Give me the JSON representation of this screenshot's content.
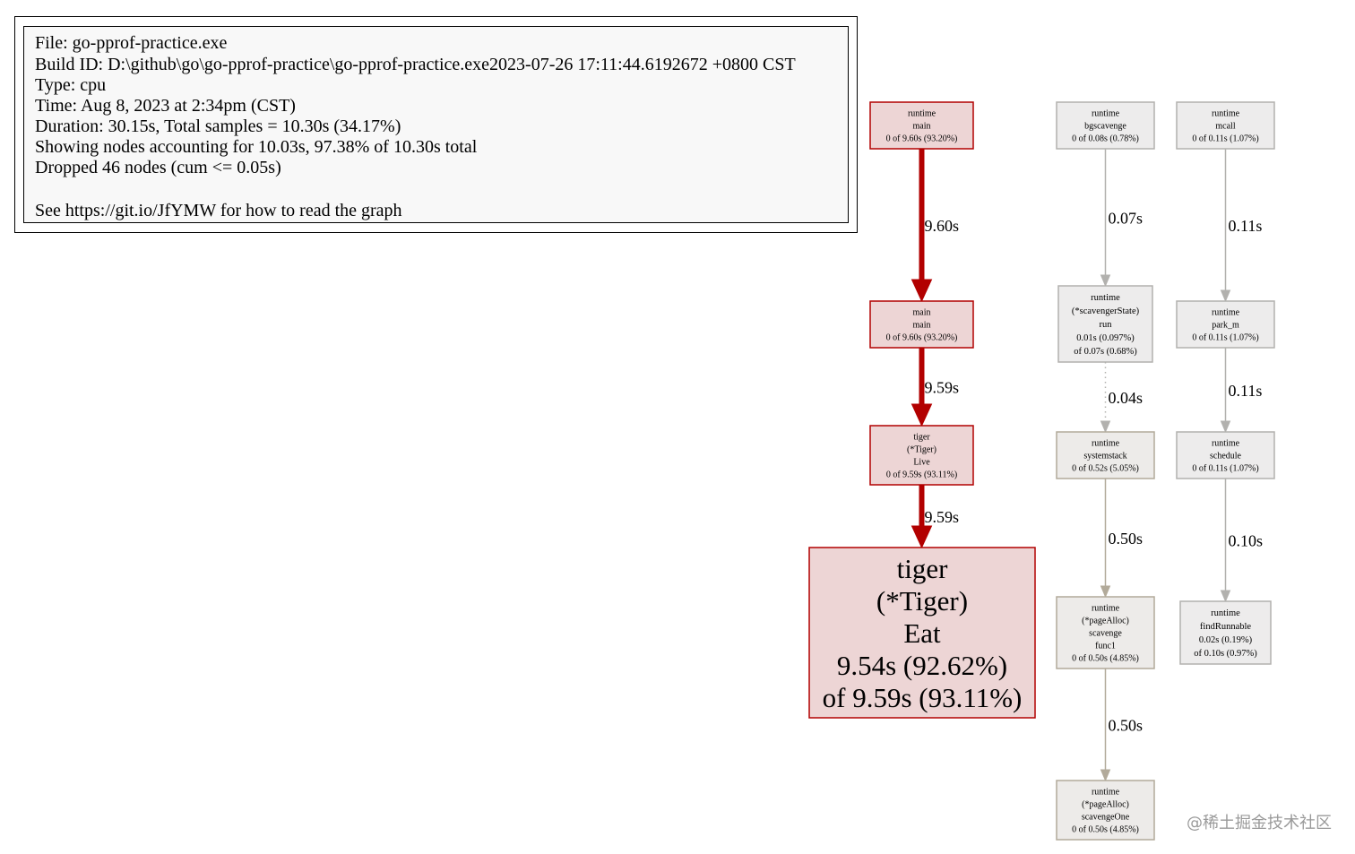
{
  "legend": {
    "file": "File: go-pprof-practice.exe",
    "build_id": "Build ID: D:\\github\\go\\go-pprof-practice\\go-pprof-practice.exe2023-07-26 17:11:44.6192672 +0800 CST",
    "type": "Type: cpu",
    "time": "Time: Aug 8, 2023 at 2:34pm (CST)",
    "duration": "Duration: 30.15s, Total samples = 10.30s (34.17%)",
    "showing": "Showing nodes accounting for 10.03s, 97.38% of 10.30s total",
    "dropped": "Dropped 46 nodes (cum <= 0.05s)",
    "see": "See https://git.io/JfYMW for how to read the graph"
  },
  "nodes": [
    {
      "id": "runtime_main",
      "lines": [
        "runtime",
        "main",
        "0 of 9.60s (93.20%)"
      ],
      "fill": "#edd5d5",
      "stroke": "#b20000"
    },
    {
      "id": "main_main",
      "lines": [
        "main",
        "main",
        "0 of 9.60s (93.20%)"
      ],
      "fill": "#edd5d5",
      "stroke": "#b20000"
    },
    {
      "id": "tiger_live",
      "lines": [
        "tiger",
        "(*Tiger)",
        "Live",
        "0 of 9.59s (93.11%)"
      ],
      "fill": "#edd5d5",
      "stroke": "#b20000"
    },
    {
      "id": "tiger_eat",
      "lines": [
        "tiger",
        "(*Tiger)",
        "Eat",
        "9.54s (92.62%)",
        "of 9.59s (93.11%)"
      ],
      "fill": "#edd5d5",
      "stroke": "#b20000"
    },
    {
      "id": "runtime_bgscavenge",
      "lines": [
        "runtime",
        "bgscavenge",
        "0 of 0.08s (0.78%)"
      ],
      "fill": "#edecec",
      "stroke": "#b2b1ae"
    },
    {
      "id": "runtime_scavenger_run",
      "lines": [
        "runtime",
        "(*scavengerState)",
        "run",
        "0.01s (0.097%)",
        "of 0.07s (0.68%)"
      ],
      "fill": "#edecec",
      "stroke": "#b2b1ae"
    },
    {
      "id": "runtime_systemstack",
      "lines": [
        "runtime",
        "systemstack",
        "0 of 0.52s (5.05%)"
      ],
      "fill": "#edebe9",
      "stroke": "#b2aa9a"
    },
    {
      "id": "runtime_pagealloc_scavenge_func1",
      "lines": [
        "runtime",
        "(*pageAlloc)",
        "scavenge",
        "func1",
        "0 of 0.50s (4.85%)"
      ],
      "fill": "#edebe9",
      "stroke": "#b2aa9a"
    },
    {
      "id": "runtime_pagealloc_scavengeone",
      "lines": [
        "runtime",
        "(*pageAlloc)",
        "scavengeOne",
        "0 of 0.50s (4.85%)"
      ],
      "fill": "#edebe9",
      "stroke": "#b2aa9a"
    },
    {
      "id": "runtime_mcall",
      "lines": [
        "runtime",
        "mcall",
        "0 of 0.11s (1.07%)"
      ],
      "fill": "#edecec",
      "stroke": "#b2b1ae"
    },
    {
      "id": "runtime_park_m",
      "lines": [
        "runtime",
        "park_m",
        "0 of 0.11s (1.07%)"
      ],
      "fill": "#edecec",
      "stroke": "#b2b1ae"
    },
    {
      "id": "runtime_schedule",
      "lines": [
        "runtime",
        "schedule",
        "0 of 0.11s (1.07%)"
      ],
      "fill": "#edecec",
      "stroke": "#b2b1ae"
    },
    {
      "id": "runtime_findrunnable",
      "lines": [
        "runtime",
        "findRunnable",
        "0.02s (0.19%)",
        "of 0.10s (0.97%)"
      ],
      "fill": "#edecec",
      "stroke": "#b2b1ae"
    }
  ],
  "edges": [
    {
      "from": "runtime_main",
      "to": "main_main",
      "label": "9.60s",
      "color": "#b20000",
      "style": "solid"
    },
    {
      "from": "main_main",
      "to": "tiger_live",
      "label": "9.59s",
      "color": "#b20000",
      "style": "solid"
    },
    {
      "from": "tiger_live",
      "to": "tiger_eat",
      "label": "9.59s",
      "color": "#b20000",
      "style": "solid"
    },
    {
      "from": "runtime_bgscavenge",
      "to": "runtime_scavenger_run",
      "label": "0.07s",
      "color": "#b2b1ae",
      "style": "solid"
    },
    {
      "from": "runtime_scavenger_run",
      "to": "runtime_systemstack",
      "label": "0.04s",
      "color": "#b2b1ae",
      "style": "dotted"
    },
    {
      "from": "runtime_systemstack",
      "to": "runtime_pagealloc_scavenge_func1",
      "label": "0.50s",
      "color": "#b2aa9a",
      "style": "solid"
    },
    {
      "from": "runtime_pagealloc_scavenge_func1",
      "to": "runtime_pagealloc_scavengeone",
      "label": "0.50s",
      "color": "#b2aa9a",
      "style": "solid"
    },
    {
      "from": "runtime_mcall",
      "to": "runtime_park_m",
      "label": "0.11s",
      "color": "#b2b1ae",
      "style": "solid"
    },
    {
      "from": "runtime_park_m",
      "to": "runtime_schedule",
      "label": "0.11s",
      "color": "#b2b1ae",
      "style": "solid"
    },
    {
      "from": "runtime_schedule",
      "to": "runtime_findrunnable",
      "label": "0.10s",
      "color": "#b2b1ae",
      "style": "solid"
    }
  ],
  "watermark": "@稀土掘金技术社区"
}
